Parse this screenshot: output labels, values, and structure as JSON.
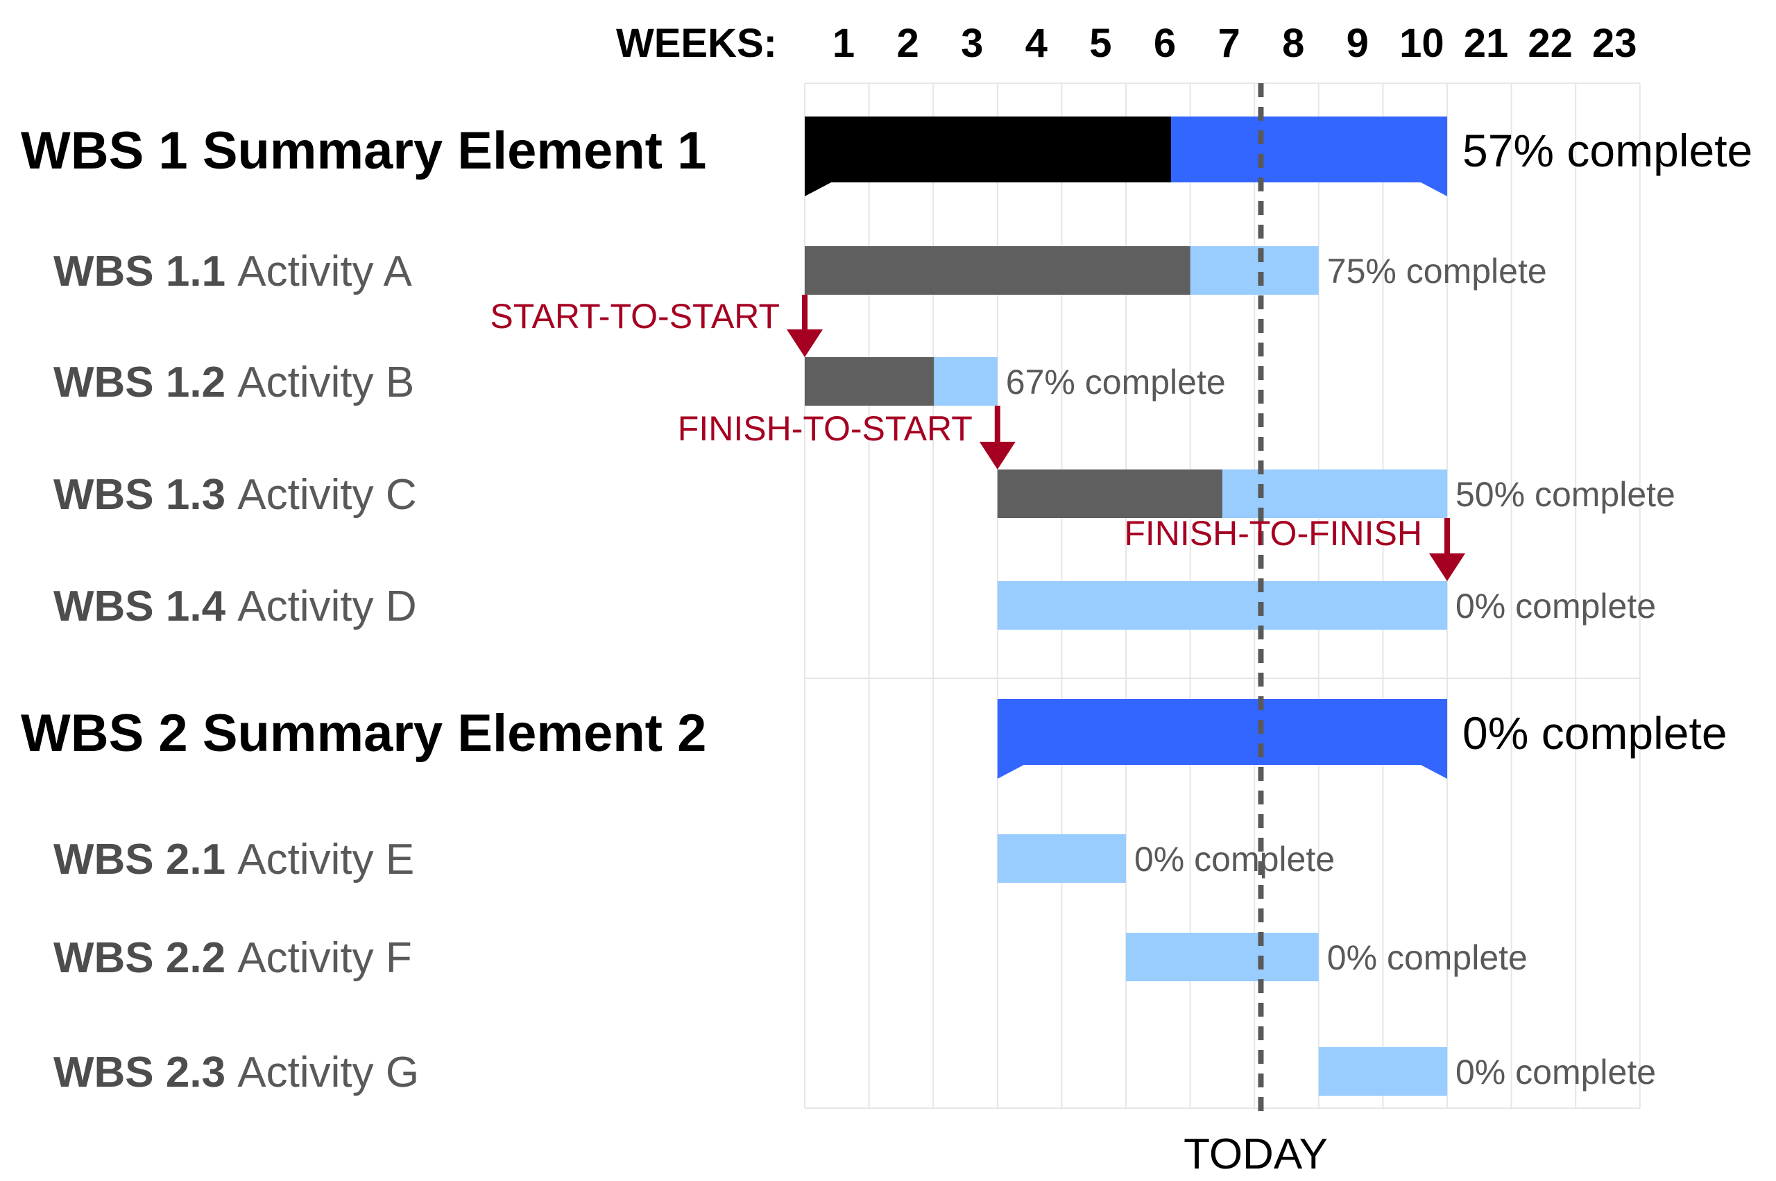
{
  "header": {
    "weeks_label": "WEEKS:"
  },
  "week_ticks": [
    "1",
    "2",
    "3",
    "4",
    "5",
    "6",
    "7",
    "8",
    "9",
    "10",
    "21",
    "22",
    "23"
  ],
  "today": {
    "label": "TODAY",
    "week_position": 7.1
  },
  "colors": {
    "summary_done": "#000000",
    "summary_remaining": "#3366ff",
    "activity_done": "#5f5f5f",
    "activity_remaining": "#99ccff",
    "dependency": "#a50021",
    "grid": "#e6e6e6",
    "today_line": "#595959",
    "label_bold": "#4d4d4d",
    "label_regular": "#595959"
  },
  "chart_data": {
    "type": "gantt",
    "unit": "weeks",
    "rows": [
      {
        "id": "wbs1",
        "kind": "summary",
        "code": "WBS 1",
        "name": "Summary Element 1",
        "start": 0,
        "end": 10,
        "percent": 57,
        "status_label": "57% complete"
      },
      {
        "id": "a",
        "kind": "activity",
        "code": "WBS 1.1",
        "name": "Activity A",
        "start": 0,
        "end": 8,
        "percent": 75,
        "status_label": "75% complete"
      },
      {
        "id": "b",
        "kind": "activity",
        "code": "WBS 1.2",
        "name": "Activity B",
        "start": 0,
        "end": 3,
        "percent": 67,
        "status_label": "67% complete"
      },
      {
        "id": "c",
        "kind": "activity",
        "code": "WBS 1.3",
        "name": "Activity C",
        "start": 3,
        "end": 10,
        "percent": 50,
        "status_label": "50% complete"
      },
      {
        "id": "d",
        "kind": "activity",
        "code": "WBS 1.4",
        "name": "Activity D",
        "start": 3,
        "end": 10,
        "percent": 0,
        "status_label": "0% complete"
      },
      {
        "id": "wbs2",
        "kind": "summary",
        "code": "WBS 2",
        "name": "Summary Element 2",
        "start": 3,
        "end": 10,
        "percent": 0,
        "status_label": "0% complete"
      },
      {
        "id": "e",
        "kind": "activity",
        "code": "WBS 2.1",
        "name": "Activity E",
        "start": 3,
        "end": 5,
        "percent": 0,
        "status_label": "0% complete"
      },
      {
        "id": "f",
        "kind": "activity",
        "code": "WBS 2.2",
        "name": "Activity F",
        "start": 5,
        "end": 8,
        "percent": 0,
        "status_label": "0% complete"
      },
      {
        "id": "g",
        "kind": "activity",
        "code": "WBS 2.3",
        "name": "Activity G",
        "start": 8,
        "end": 10,
        "percent": 0,
        "status_label": "0% complete"
      }
    ],
    "dependencies": [
      {
        "label": "START-TO-START",
        "from": "a",
        "to": "b",
        "type": "start-to-start"
      },
      {
        "label": "FINISH-TO-START",
        "from": "b",
        "to": "c",
        "type": "finish-to-start"
      },
      {
        "label": "FINISH-TO-FINISH",
        "from": "c",
        "to": "d",
        "type": "finish-to-finish"
      }
    ]
  }
}
